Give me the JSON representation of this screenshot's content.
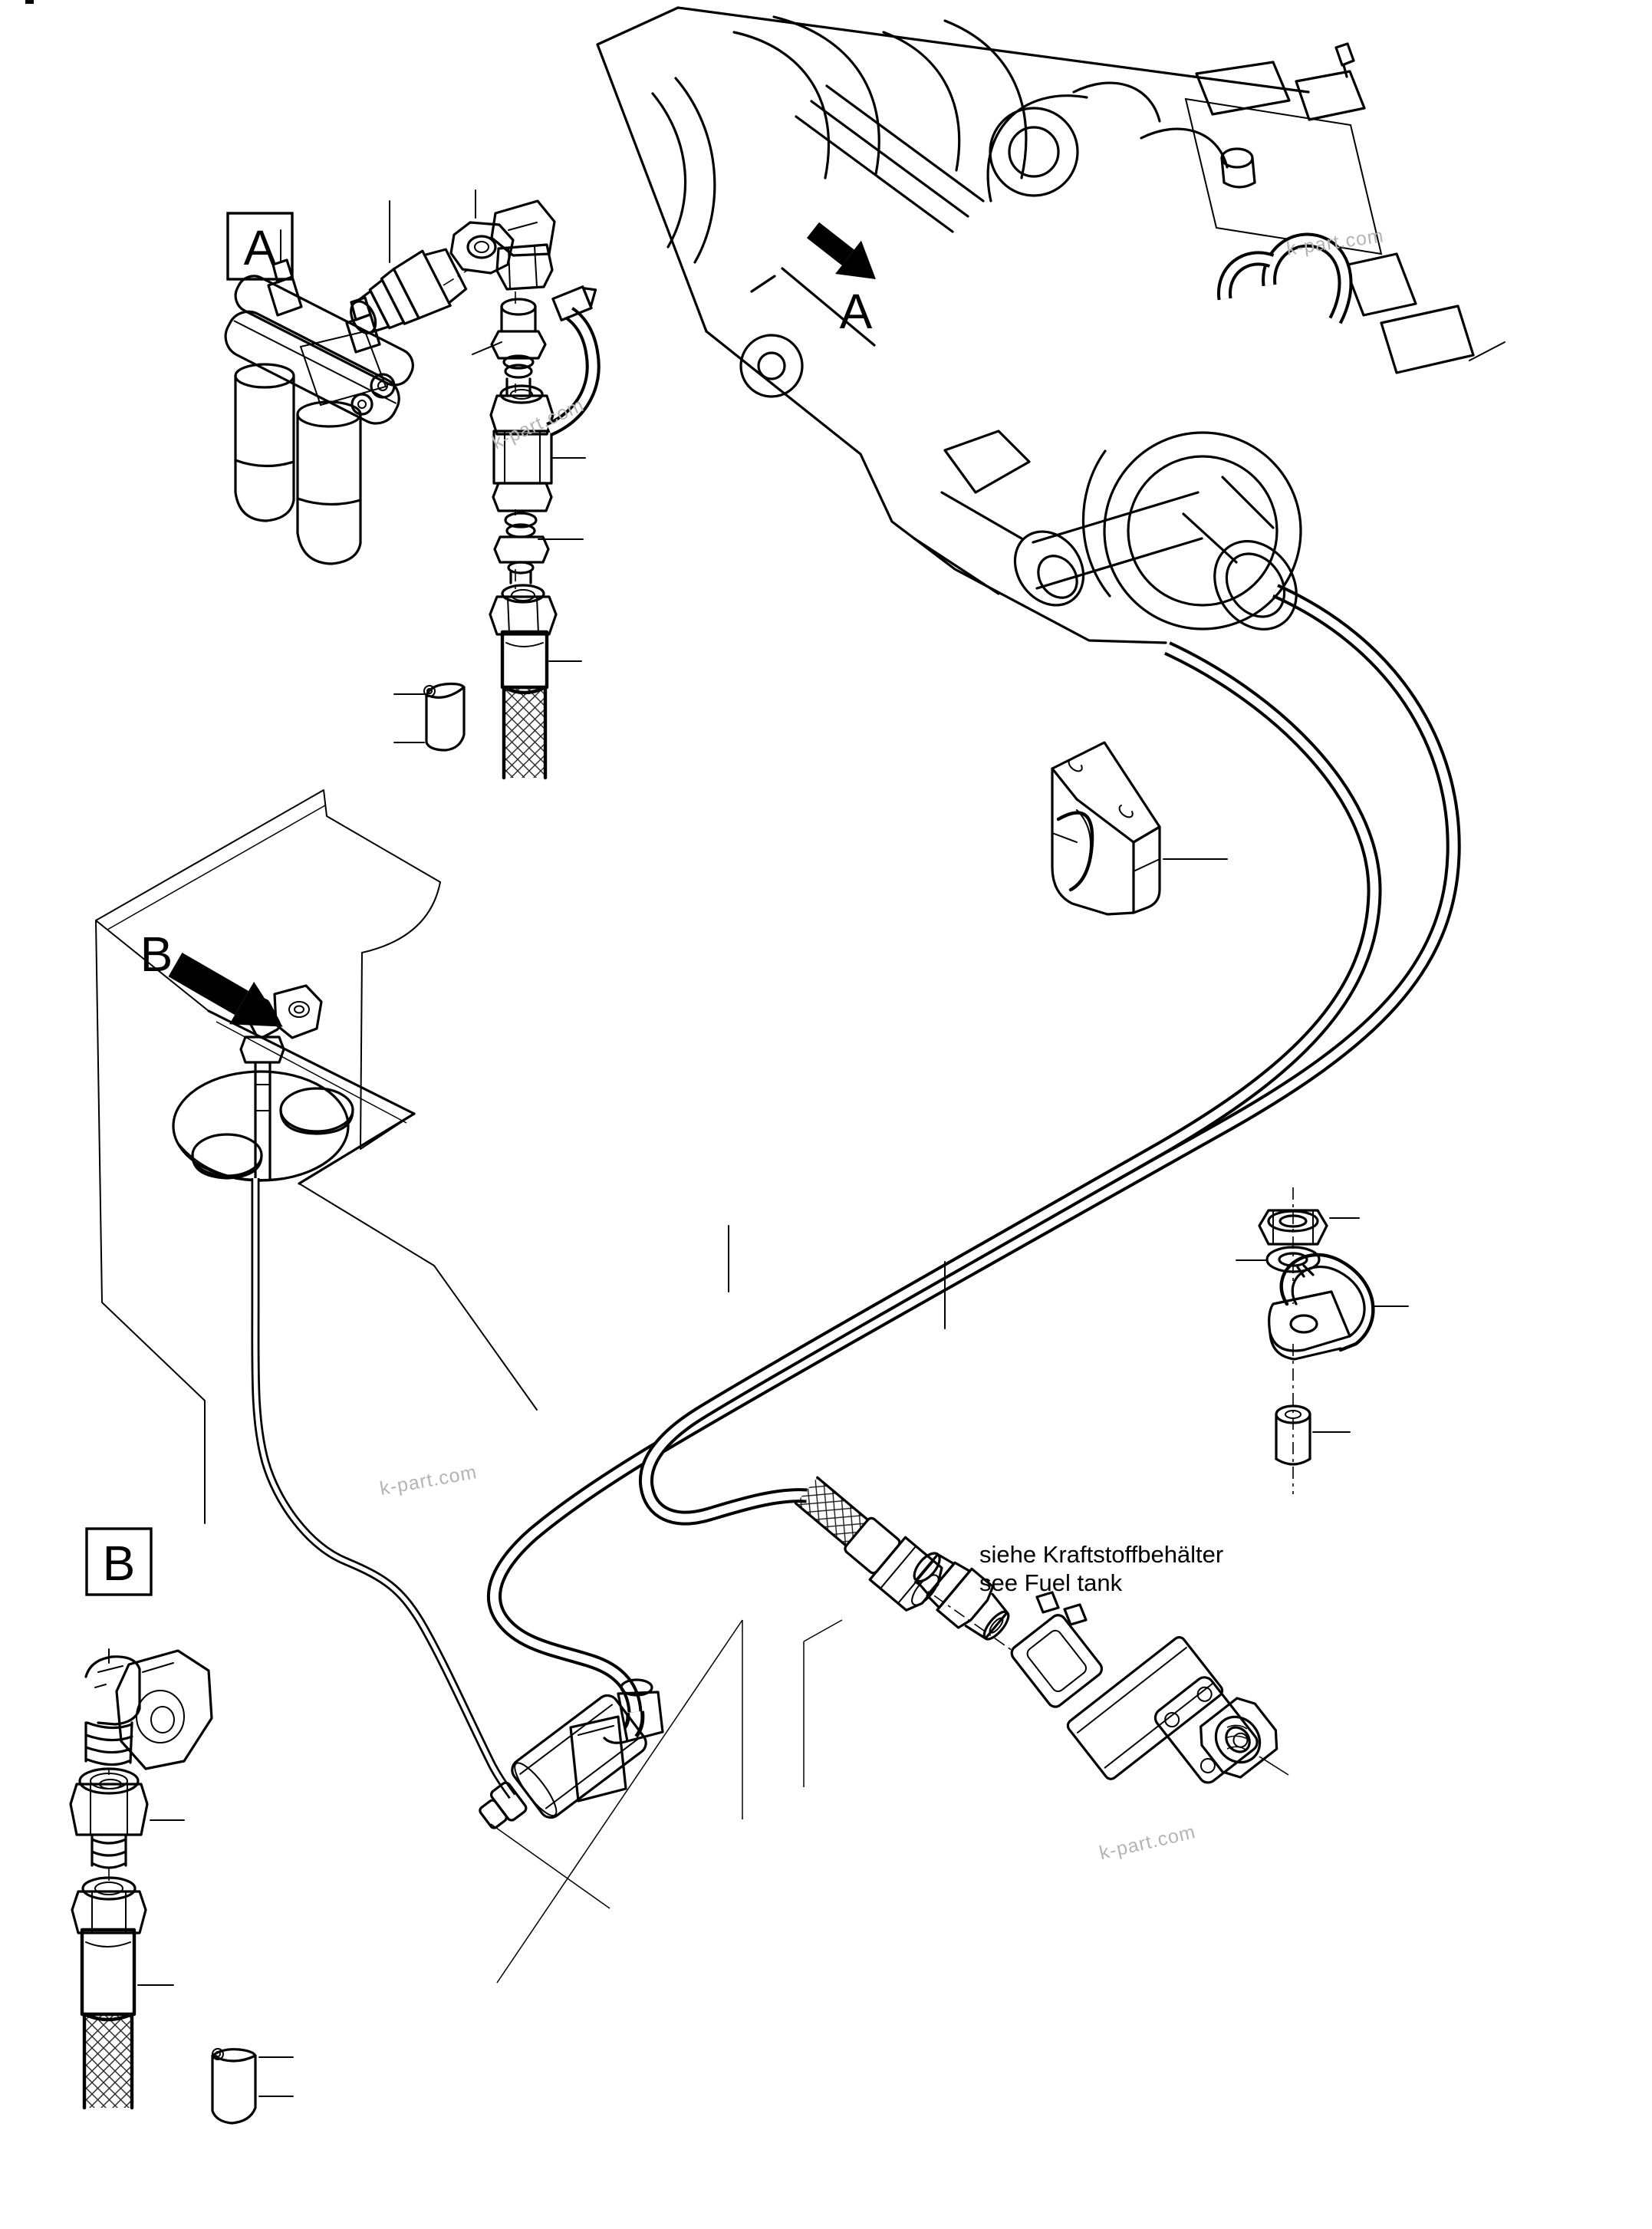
{
  "markers": {
    "detail_a": "A",
    "detail_b": "B",
    "view_a": "A",
    "view_b": "B"
  },
  "note": {
    "de": "siehe Kraftstoffbehälter",
    "en": "see Fuel tank"
  },
  "watermark": {
    "text": "k-part.com"
  },
  "colors": {
    "background": "#ffffff",
    "line": "#000000",
    "watermark": "#b4b4b4"
  }
}
